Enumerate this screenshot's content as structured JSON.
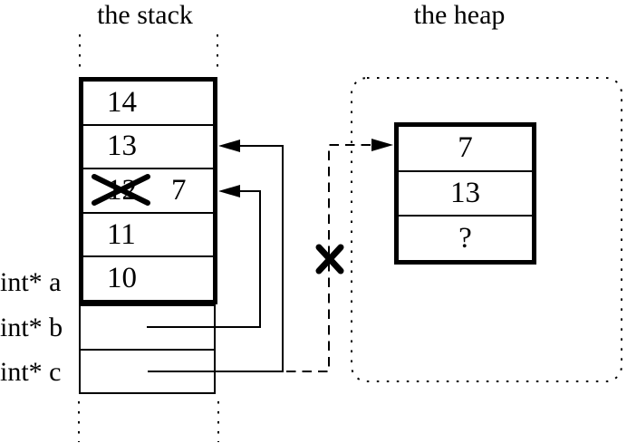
{
  "stack": {
    "title": "the stack",
    "rows": [
      {
        "value": "14"
      },
      {
        "value": "13"
      },
      {
        "old_value": "12",
        "value": "7"
      },
      {
        "value": "11"
      },
      {
        "value": "10"
      }
    ],
    "pointer_labels": [
      {
        "label": "int* a"
      },
      {
        "label": "int* b"
      },
      {
        "label": "int* c"
      }
    ]
  },
  "heap": {
    "title": "the heap",
    "rows": [
      {
        "value": "7"
      },
      {
        "value": "13"
      },
      {
        "value": "?"
      }
    ]
  },
  "marks": {
    "crossed_out_value": "X",
    "crossed_out_pointer": "X"
  },
  "colors": {
    "ink": "#000000",
    "background": "#ffffff"
  }
}
